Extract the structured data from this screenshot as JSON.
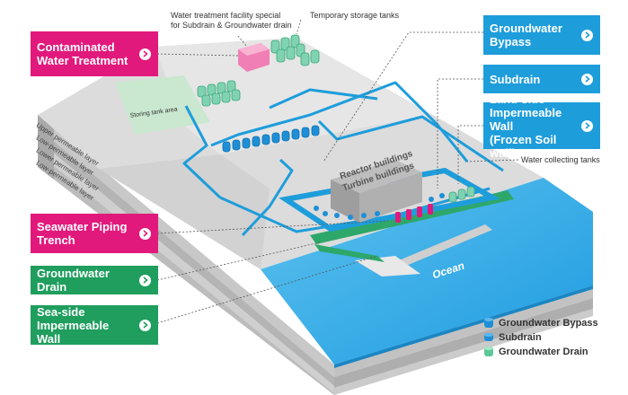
{
  "buttons": {
    "contaminated": "Contaminated\nWater Treatment",
    "seawater": "Seawater Piping\nTrench",
    "gw_drain": "Groundwater Drain",
    "seaside_wall": "Sea-side\nImpermeable Wall",
    "gw_bypass": "Groundwater\nBypass",
    "subdrain": "Subdrain",
    "landside_wall": "Land-side\nImpermeable Wall\n(Frozen Soil wall)"
  },
  "notes": {
    "facility": "Water treatment facility special\nfor Subdrain & Groundwater drain",
    "temp_tanks": "Temporary storage tanks",
    "collecting": "Water collecting tanks",
    "storing": "Storing tank area"
  },
  "layers": {
    "upper": "Upper permeable layer",
    "low1": "Low-permeable layer",
    "lower": "Lower permeable layer",
    "low2": "Low-permeable layer"
  },
  "buildings": {
    "reactor": "Reactor buildings",
    "turbine": "Turbine buildings"
  },
  "ocean": "Ocean",
  "legend": {
    "bypass": "Groundwater Bypass",
    "subdrain": "Subdrain",
    "drain": "Groundwater Drain"
  },
  "colors": {
    "pink": "#e2197c",
    "blue": "#1e9ddb",
    "green": "#1f9e5e",
    "ocean": "#36aee6",
    "tank_green": "#7fd3b0",
    "tank_blue": "#1e8fd6"
  }
}
